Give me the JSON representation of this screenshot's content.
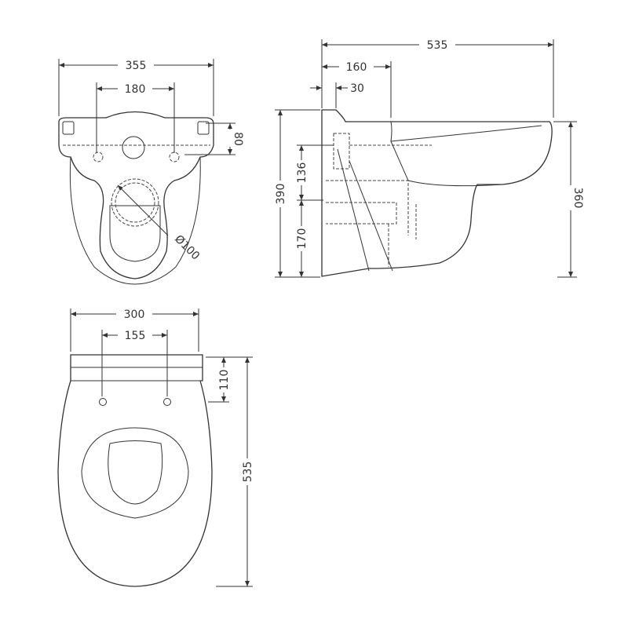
{
  "front_view": {
    "width_overall": "355",
    "fixing_centres": "180",
    "fixing_height": "80",
    "waste_diameter": "Ø100"
  },
  "side_view": {
    "projection": "535",
    "waste_offset": "160",
    "wall_gap": "30",
    "overall_height": "390",
    "waste_height_upper": "136",
    "waste_height_lower": "170",
    "rim_height": "360"
  },
  "plan_view": {
    "seat_width": "300",
    "hinge_centres": "155",
    "hinge_depth": "110",
    "seat_length": "535"
  },
  "colors": {
    "line": "#333333",
    "background": "#ffffff"
  }
}
